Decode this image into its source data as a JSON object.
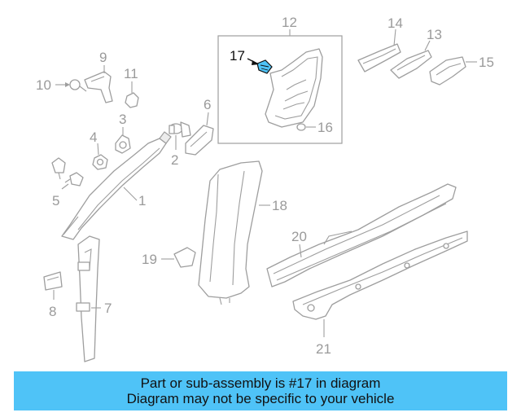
{
  "diagram": {
    "highlight_color": "#4fc3f7",
    "callouts": [
      {
        "id": "1",
        "label": "1"
      },
      {
        "id": "2",
        "label": "2"
      },
      {
        "id": "3",
        "label": "3"
      },
      {
        "id": "4",
        "label": "4"
      },
      {
        "id": "5",
        "label": "5"
      },
      {
        "id": "6",
        "label": "6"
      },
      {
        "id": "7",
        "label": "7"
      },
      {
        "id": "8",
        "label": "8"
      },
      {
        "id": "9",
        "label": "9"
      },
      {
        "id": "10",
        "label": "10"
      },
      {
        "id": "11",
        "label": "11"
      },
      {
        "id": "12",
        "label": "12"
      },
      {
        "id": "13",
        "label": "13"
      },
      {
        "id": "14",
        "label": "14"
      },
      {
        "id": "15",
        "label": "15"
      },
      {
        "id": "16",
        "label": "16"
      },
      {
        "id": "17",
        "label": "17"
      },
      {
        "id": "18",
        "label": "18"
      },
      {
        "id": "19",
        "label": "19"
      },
      {
        "id": "20",
        "label": "20"
      },
      {
        "id": "21",
        "label": "21"
      }
    ]
  },
  "banner": {
    "line1": "Part or sub-assembly is #17 in diagram",
    "line2": "Diagram may not be specific to your vehicle",
    "color": "#4fc3f7"
  }
}
